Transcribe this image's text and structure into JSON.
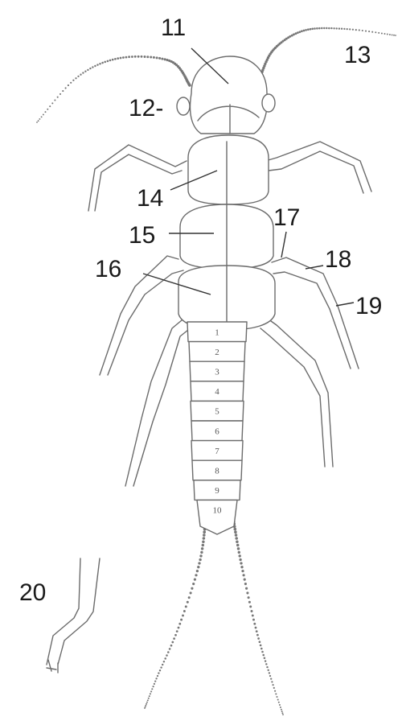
{
  "labels": {
    "l11": "11",
    "l12": "12-",
    "l13": "13",
    "l14": "14",
    "l15": "15",
    "l16": "16",
    "l17": "17",
    "l18": "18",
    "l19": "19",
    "l20": "20"
  },
  "segments": [
    "1",
    "2",
    "3",
    "4",
    "5",
    "6",
    "7",
    "8",
    "9",
    "10"
  ],
  "colors": {
    "ink": "#6b6b6b",
    "label": "#1a1a1a"
  }
}
